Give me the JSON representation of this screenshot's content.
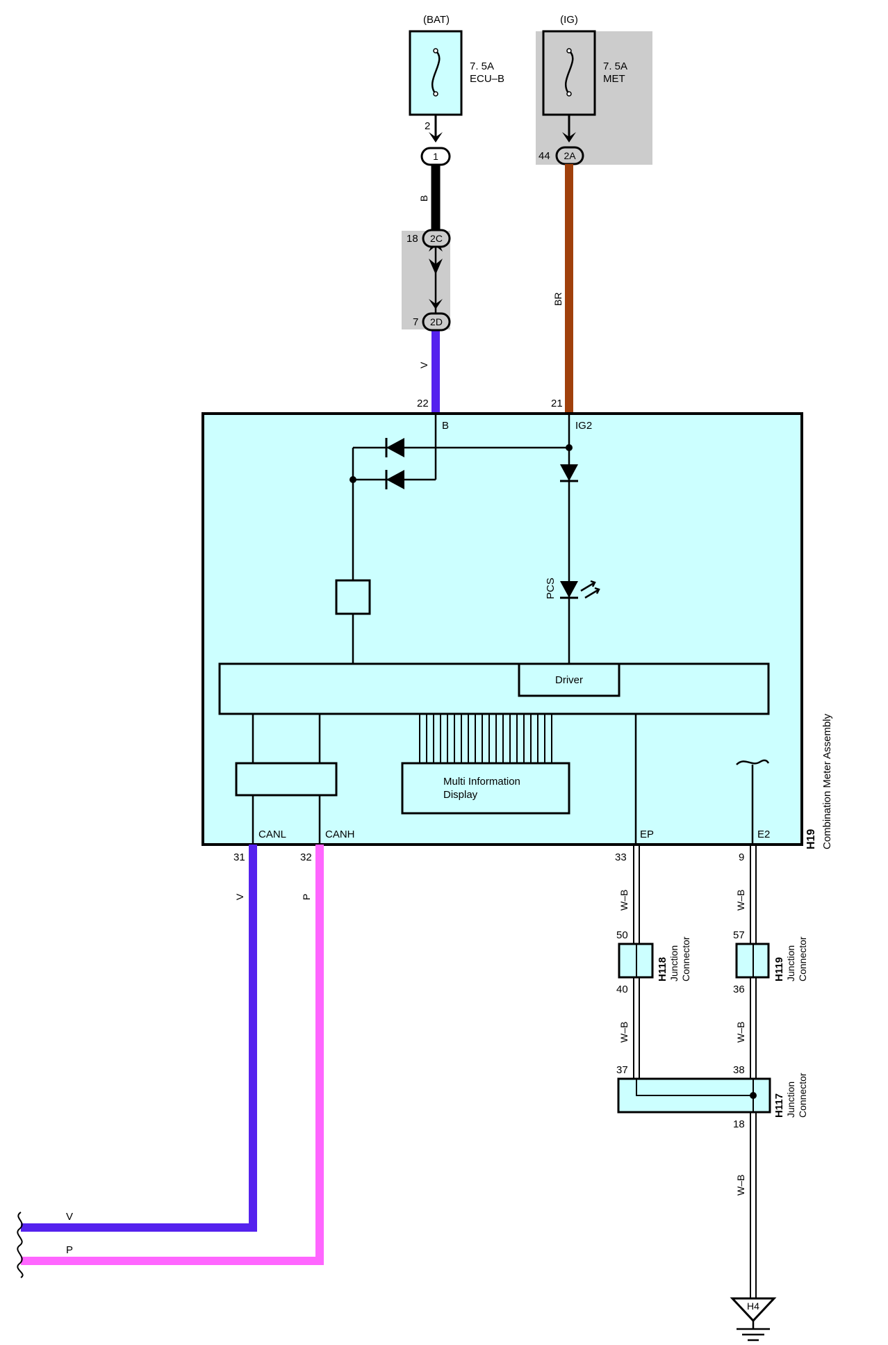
{
  "colors": {
    "module_fill": "#ccffff",
    "shade": "#cccccc",
    "wire_black": "#000000",
    "wire_violet": "#5522ee",
    "wire_brown": "#a0400c",
    "wire_pink": "#ff66ff"
  },
  "fuses": {
    "bat": {
      "source": "(BAT)",
      "rating": "7. 5A",
      "name": "ECU–B",
      "pin": "2"
    },
    "ig": {
      "source": "(IG)",
      "rating": "7. 5A",
      "name": "MET",
      "pin": "44"
    }
  },
  "inline_connectors": {
    "c1": {
      "id": "1"
    },
    "c2a": {
      "id": "2A"
    },
    "c2c": {
      "id": "2C",
      "pin": "18"
    },
    "c2d": {
      "id": "2D",
      "pin": "7"
    }
  },
  "wires": {
    "bat_upper": "B",
    "bat_lower": "V",
    "ig": "BR",
    "canl": "V",
    "canh": "P",
    "ep_upper": "W–B",
    "ep_lower": "W–B",
    "e2_upper": "W–B",
    "e2_lower": "W–B",
    "ground": "W–B",
    "bus_v": "V",
    "bus_p": "P"
  },
  "meter": {
    "code": "H19",
    "name": "Combination Meter Assembly",
    "pins": {
      "b": {
        "num": "22",
        "name": "B"
      },
      "ig2": {
        "num": "21",
        "name": "IG2"
      },
      "canl": {
        "num": "31",
        "name": "CANL"
      },
      "canh": {
        "num": "32",
        "name": "CANH"
      },
      "ep": {
        "num": "33",
        "name": "EP"
      },
      "e2": {
        "num": "9",
        "name": "E2"
      }
    },
    "driver_label": "Driver",
    "pcs_label": "PCS",
    "display_label_line1": "Multi Information",
    "display_label_line2": "Display"
  },
  "junctions": {
    "h118": {
      "code": "H118",
      "line1": "Junction",
      "line2": "Connector",
      "pin_in": "50",
      "pin_out": "40"
    },
    "h119": {
      "code": "H119",
      "line1": "Junction",
      "line2": "Connector",
      "pin_in": "57",
      "pin_out": "36"
    },
    "h117": {
      "code": "H117",
      "line1": "Junction",
      "line2": "Connector",
      "pin_a": "37",
      "pin_b": "38",
      "pin_out": "18"
    }
  },
  "ground": {
    "code": "H4"
  }
}
